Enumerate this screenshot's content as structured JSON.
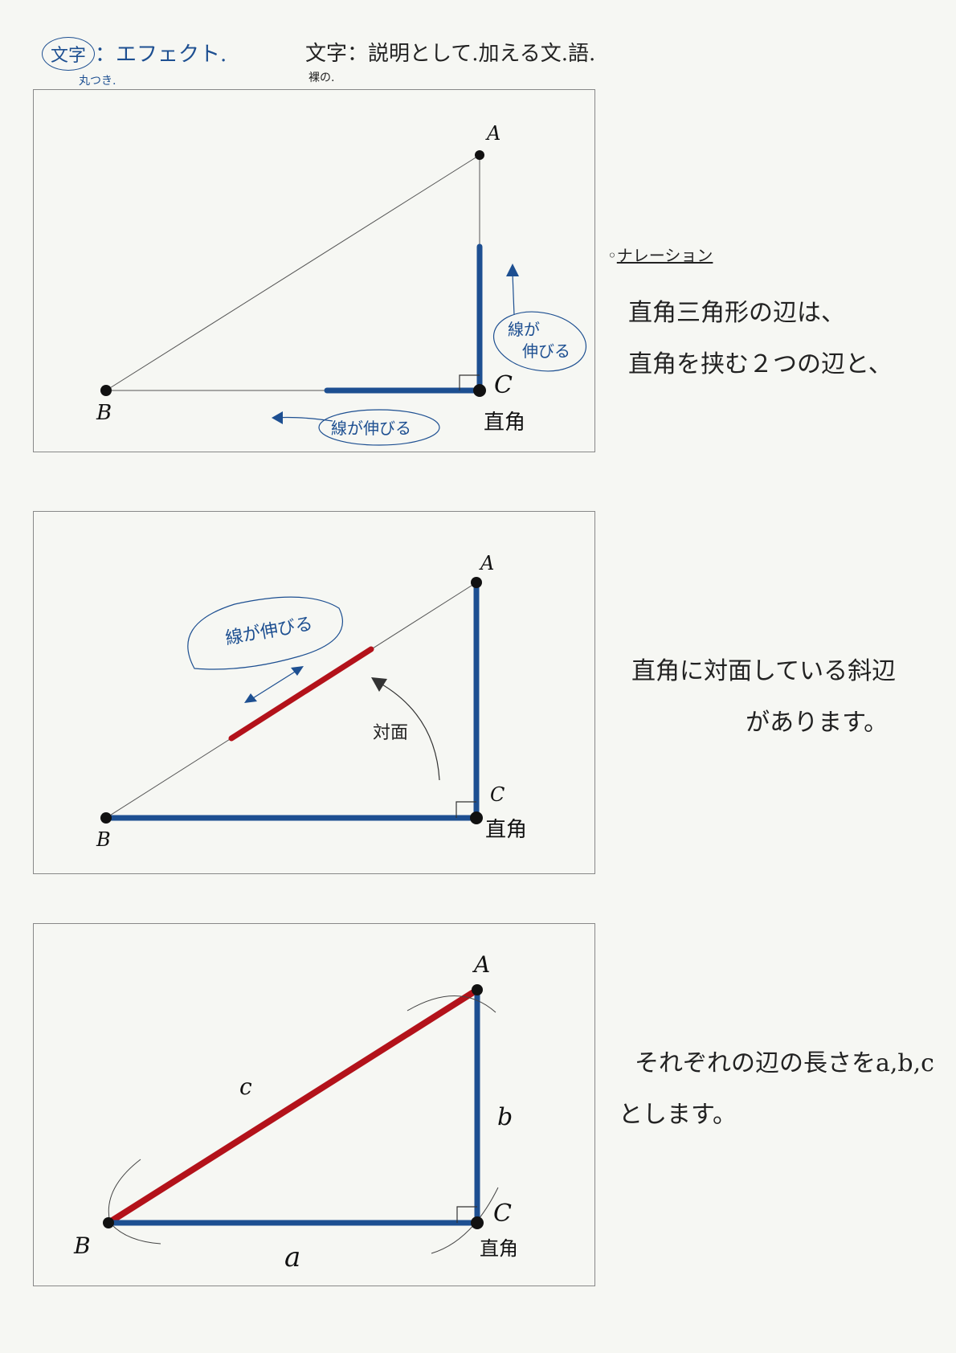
{
  "legend": {
    "effect_symbol": "文字",
    "effect_text": "：エフェクト.",
    "effect_note": "丸つき.",
    "desc_text": "文字：説明として.加える文.語.",
    "desc_note": "裸の."
  },
  "colors": {
    "blue": "#1d4f91",
    "red": "#b3121a",
    "thin_line": "#555555",
    "annotation": "#1d4f91"
  },
  "panels": [
    {
      "labels": {
        "A": "A",
        "B": "B",
        "C": "C",
        "right_angle": "直角"
      },
      "annotations": {
        "extend_vertical": "線が\n伸びる",
        "extend_horizontal": "線が伸びる"
      }
    },
    {
      "labels": {
        "A": "A",
        "B": "B",
        "C": "C",
        "right_angle": "直角"
      },
      "annotations": {
        "extend_hyp": "線が伸びる",
        "opposite": "対面"
      }
    },
    {
      "labels": {
        "A": "A",
        "B": "B",
        "C": "C",
        "right_angle": "直角",
        "side_a": "a",
        "side_b": "b",
        "side_c": "c"
      }
    }
  ],
  "narration": {
    "heading": "ナレーション",
    "p1": [
      "直角三角形の辺は、",
      "直角を挟む２つの辺と、"
    ],
    "p2": [
      "直角に対面している斜辺",
      "があります。"
    ],
    "p3": [
      "それぞれの辺の長さをa,b,c",
      "とします。"
    ]
  }
}
